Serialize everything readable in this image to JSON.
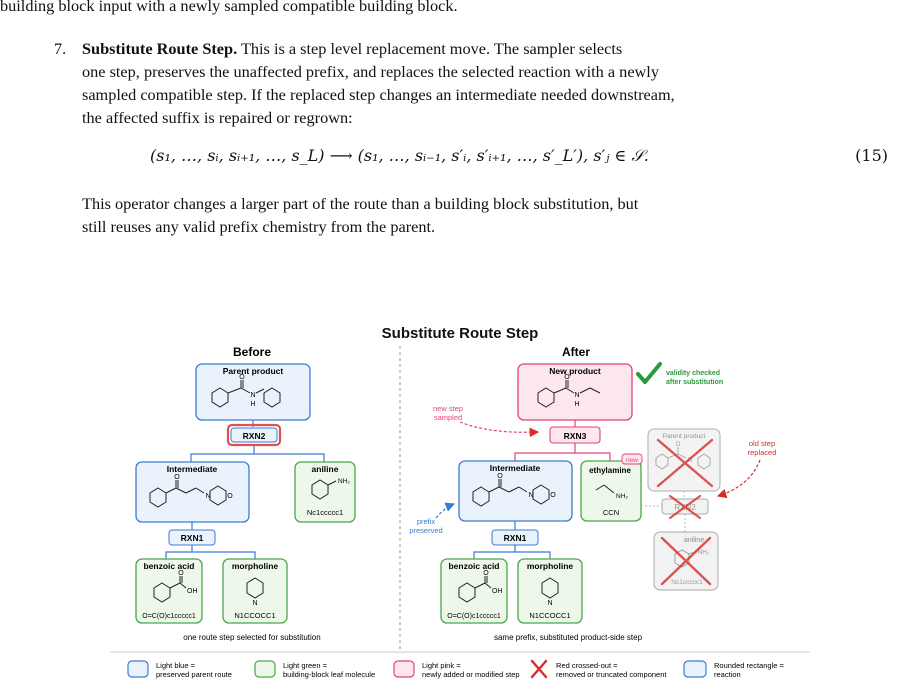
{
  "paper": {
    "top_line": "building block input with a newly sampled compatible building block.",
    "item_number": "7.",
    "item_title": "Substitute Route Step.",
    "item_body": [
      "This is a step level replacement move. The sampler selects",
      "one step, preserves the unaffected prefix, and replaces the selected reaction with a newly",
      "sampled compatible step. If the replaced step changes an intermediate needed downstream,",
      "the affected suffix is repaired or regrown:"
    ],
    "equation": "(s₁, …, sᵢ, sᵢ₊₁, …, s_L) ⟶ (s₁, …, sᵢ₋₁, s′ᵢ, s′ᵢ₊₁, …, s′_L′),      s′ⱼ ∈ 𝒮.",
    "equation_number": "(15)",
    "para2": [
      "This operator changes a larger part of the route than a building block substitution, but",
      "still reuses any valid prefix chemistry from the parent."
    ]
  },
  "figure": {
    "title": "Substitute Route Step",
    "before": {
      "heading": "Before",
      "parent_label": "Parent product",
      "rxn2": "RXN2",
      "intermediate_label": "Intermediate",
      "aniline_label": "aniline",
      "aniline_smiles": "Nc1ccccc1",
      "rxn1": "RXN1",
      "benzoic_label": "benzoic acid",
      "benzoic_smiles": "O=C(O)c1ccccc1",
      "morpholine_label": "morpholine",
      "morpholine_smiles": "N1CCOCC1",
      "caption": "one route step selected for substitution"
    },
    "after": {
      "heading": "After",
      "new_product_label": "New product",
      "validity_note_line1": "validity checked",
      "validity_note_line2": "after substitution",
      "new_step_line1": "new step",
      "new_step_line2": "sampled",
      "rxn3": "RXN3",
      "intermediate_label": "Intermediate",
      "ethylamine_label": "ethylamine",
      "ethylamine_smiles": "CCN",
      "new_badge": "new",
      "old_parent_label": "Parent product",
      "old_rxn2": "RXN2",
      "old_aniline_label": "aniline",
      "old_aniline_smiles": "Nc1ccccc1",
      "old_step_line1": "old step",
      "old_step_line2": "replaced",
      "prefix_line1": "prefix",
      "prefix_line2": "preserved",
      "rxn1": "RXN1",
      "benzoic_label": "benzoic acid",
      "benzoic_smiles": "O=C(O)c1ccccc1",
      "morpholine_label": "morpholine",
      "morpholine_smiles": "N1CCOCC1",
      "caption": "same prefix, substituted product-side step"
    },
    "atoms": {
      "O": "O",
      "N": "N",
      "H": "H",
      "OH": "OH",
      "NH2": "NH₂"
    },
    "legend": {
      "blue_l1": "Light blue =",
      "blue_l2": "preserved parent route",
      "green_l1": "Light green =",
      "green_l2": "building-block leaf molecule",
      "pink_l1": "Light pink =",
      "pink_l2": "newly added or modified step",
      "cross_l1": "Red crossed-out =",
      "cross_l2": "removed or truncated component",
      "rect_l1": "Rounded rectangle =",
      "rect_l2": "reaction"
    },
    "colors": {
      "blue": "#3a7bd5",
      "blue_fill": "#eaf2fc",
      "green": "#4aa64a",
      "green_fill": "#eef8ea",
      "pink": "#e0457a",
      "pink_fill": "#fde6ee",
      "red": "#d62c2c",
      "check": "#2a9a3a"
    }
  }
}
